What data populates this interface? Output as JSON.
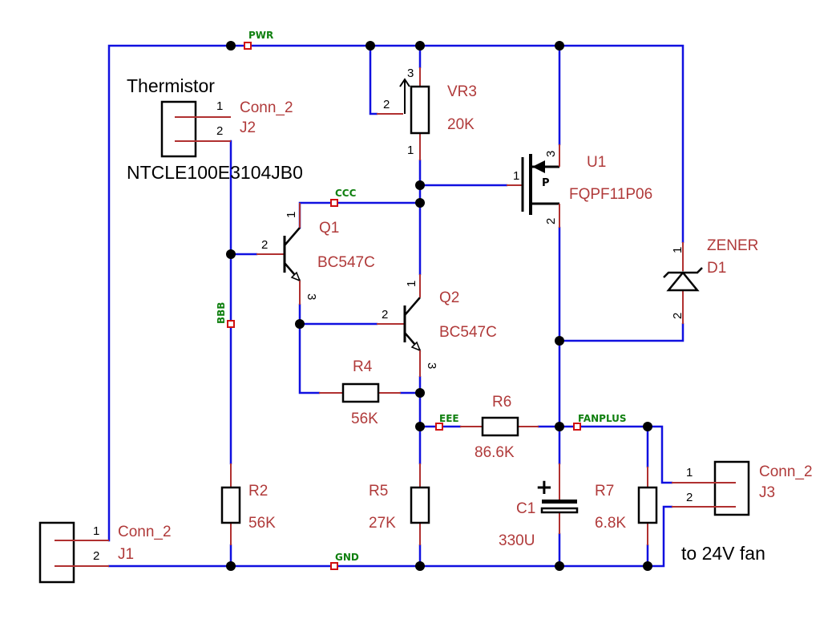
{
  "components": {
    "thermistor": {
      "title": "Thermistor",
      "value": "Conn_2",
      "ref": "J2",
      "part": "NTCLE100E3104JB0",
      "pins": [
        "1",
        "2"
      ]
    },
    "j1": {
      "value": "Conn_2",
      "ref": "J1",
      "pins": [
        "1",
        "2"
      ]
    },
    "j3": {
      "value": "Conn_2",
      "ref": "J3",
      "pins": [
        "1",
        "2"
      ],
      "note": "to 24V fan"
    },
    "vr3": {
      "ref": "VR3",
      "value": "20K",
      "pins": [
        "3",
        "2",
        "1"
      ]
    },
    "u1": {
      "ref": "U1",
      "value": "FQPF11P06",
      "type_letter": "P",
      "pins": [
        "1",
        "3",
        "2"
      ]
    },
    "d1": {
      "ref": "ZENER",
      "value": "D1",
      "pins": [
        "1",
        "2"
      ]
    },
    "q1": {
      "ref": "Q1",
      "value": "BC547C",
      "pins": [
        "1",
        "2",
        "3"
      ]
    },
    "q2": {
      "ref": "Q2",
      "value": "BC547C",
      "pins": [
        "1",
        "2",
        "3"
      ]
    },
    "r4": {
      "ref": "R4",
      "value": "56K"
    },
    "r6": {
      "ref": "R6",
      "value": "86.6K"
    },
    "r2": {
      "ref": "R2",
      "value": "56K"
    },
    "r5": {
      "ref": "R5",
      "value": "27K"
    },
    "c1": {
      "ref": "C1",
      "value": "330U",
      "polarity": "+"
    },
    "r7": {
      "ref": "R7",
      "value": "6.8K"
    }
  },
  "nets": {
    "pwr": "PWR",
    "ccc": "CCC",
    "bbb": "BBB",
    "eee": "EEE",
    "fanplus": "FANPLUS",
    "gnd": "GND"
  },
  "colors": {
    "wire": "#1010e0",
    "pin": "#b03030",
    "ref_text": "#b03a3a",
    "net_label": "#108010",
    "net_flag": "#d01010",
    "body": "#000000"
  }
}
